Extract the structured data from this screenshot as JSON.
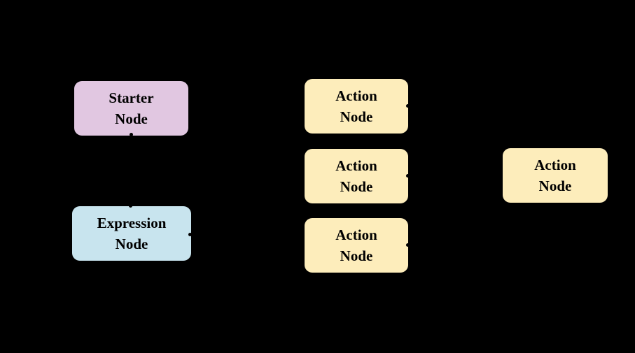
{
  "diagram": {
    "background_color": "#000000",
    "text_color": "#000000",
    "connector_dot_color": "#000000",
    "node_colors": {
      "starter_fill": "#E1C7E1",
      "expression_fill": "#C8E4EE",
      "action_fill": "#FDEDBB"
    },
    "nodes": {
      "starter": {
        "label": "Starter\nNode",
        "fill": "#E1C7E1"
      },
      "expression": {
        "label": "Expression\nNode",
        "fill": "#C8E4EE"
      },
      "action1": {
        "label": "Action\nNode",
        "fill": "#FDEDBB"
      },
      "action2": {
        "label": "Action\nNode",
        "fill": "#FDEDBB"
      },
      "action3": {
        "label": "Action\nNode",
        "fill": "#FDEDBB"
      },
      "action4": {
        "label": "Action\nNode",
        "fill": "#FDEDBB"
      }
    }
  }
}
